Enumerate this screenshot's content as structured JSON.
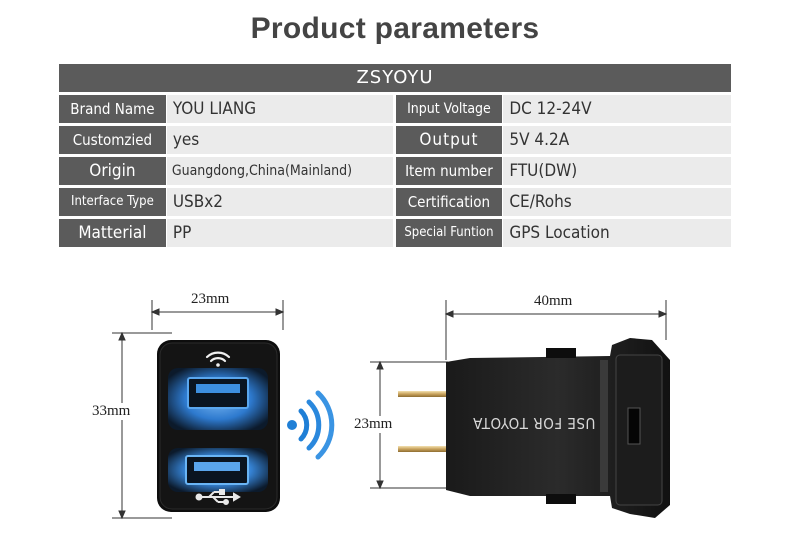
{
  "title": "Product parameters",
  "table": {
    "brand": "ZSYOYU",
    "rows": [
      {
        "label1": "Brand Name",
        "value1": "YOU LIANG",
        "label2": "Input Voltage",
        "value2": "DC 12-24V"
      },
      {
        "label1": "Customzied",
        "value1": "yes",
        "label2": "Output",
        "value2": "5V 4.2A"
      },
      {
        "label1": "Origin",
        "value1": "Guangdong,China(Mainland)",
        "label2": "Item number",
        "value2": "FTU(DW)"
      },
      {
        "label1": "Interface Type",
        "value1": "USBx2",
        "label2": "Certification",
        "value2": "CE/Rohs"
      },
      {
        "label1": "Matterial",
        "value1": "PP",
        "label2": "Special Funtion",
        "value2": "GPS Location"
      }
    ]
  },
  "front_view": {
    "width_label": "23mm",
    "height_label": "33mm",
    "icons": [
      "wifi-icon",
      "usb-icon"
    ]
  },
  "side_view": {
    "width_label": "40mm",
    "height_label": "23mm",
    "body_text": "USE FOR TOYOTA"
  },
  "colors": {
    "header_bg": "#5b5b5b",
    "value_bg": "#ebebeb",
    "port_glow": "#3a8fe0",
    "signal_blue": "#1f7fd6"
  }
}
